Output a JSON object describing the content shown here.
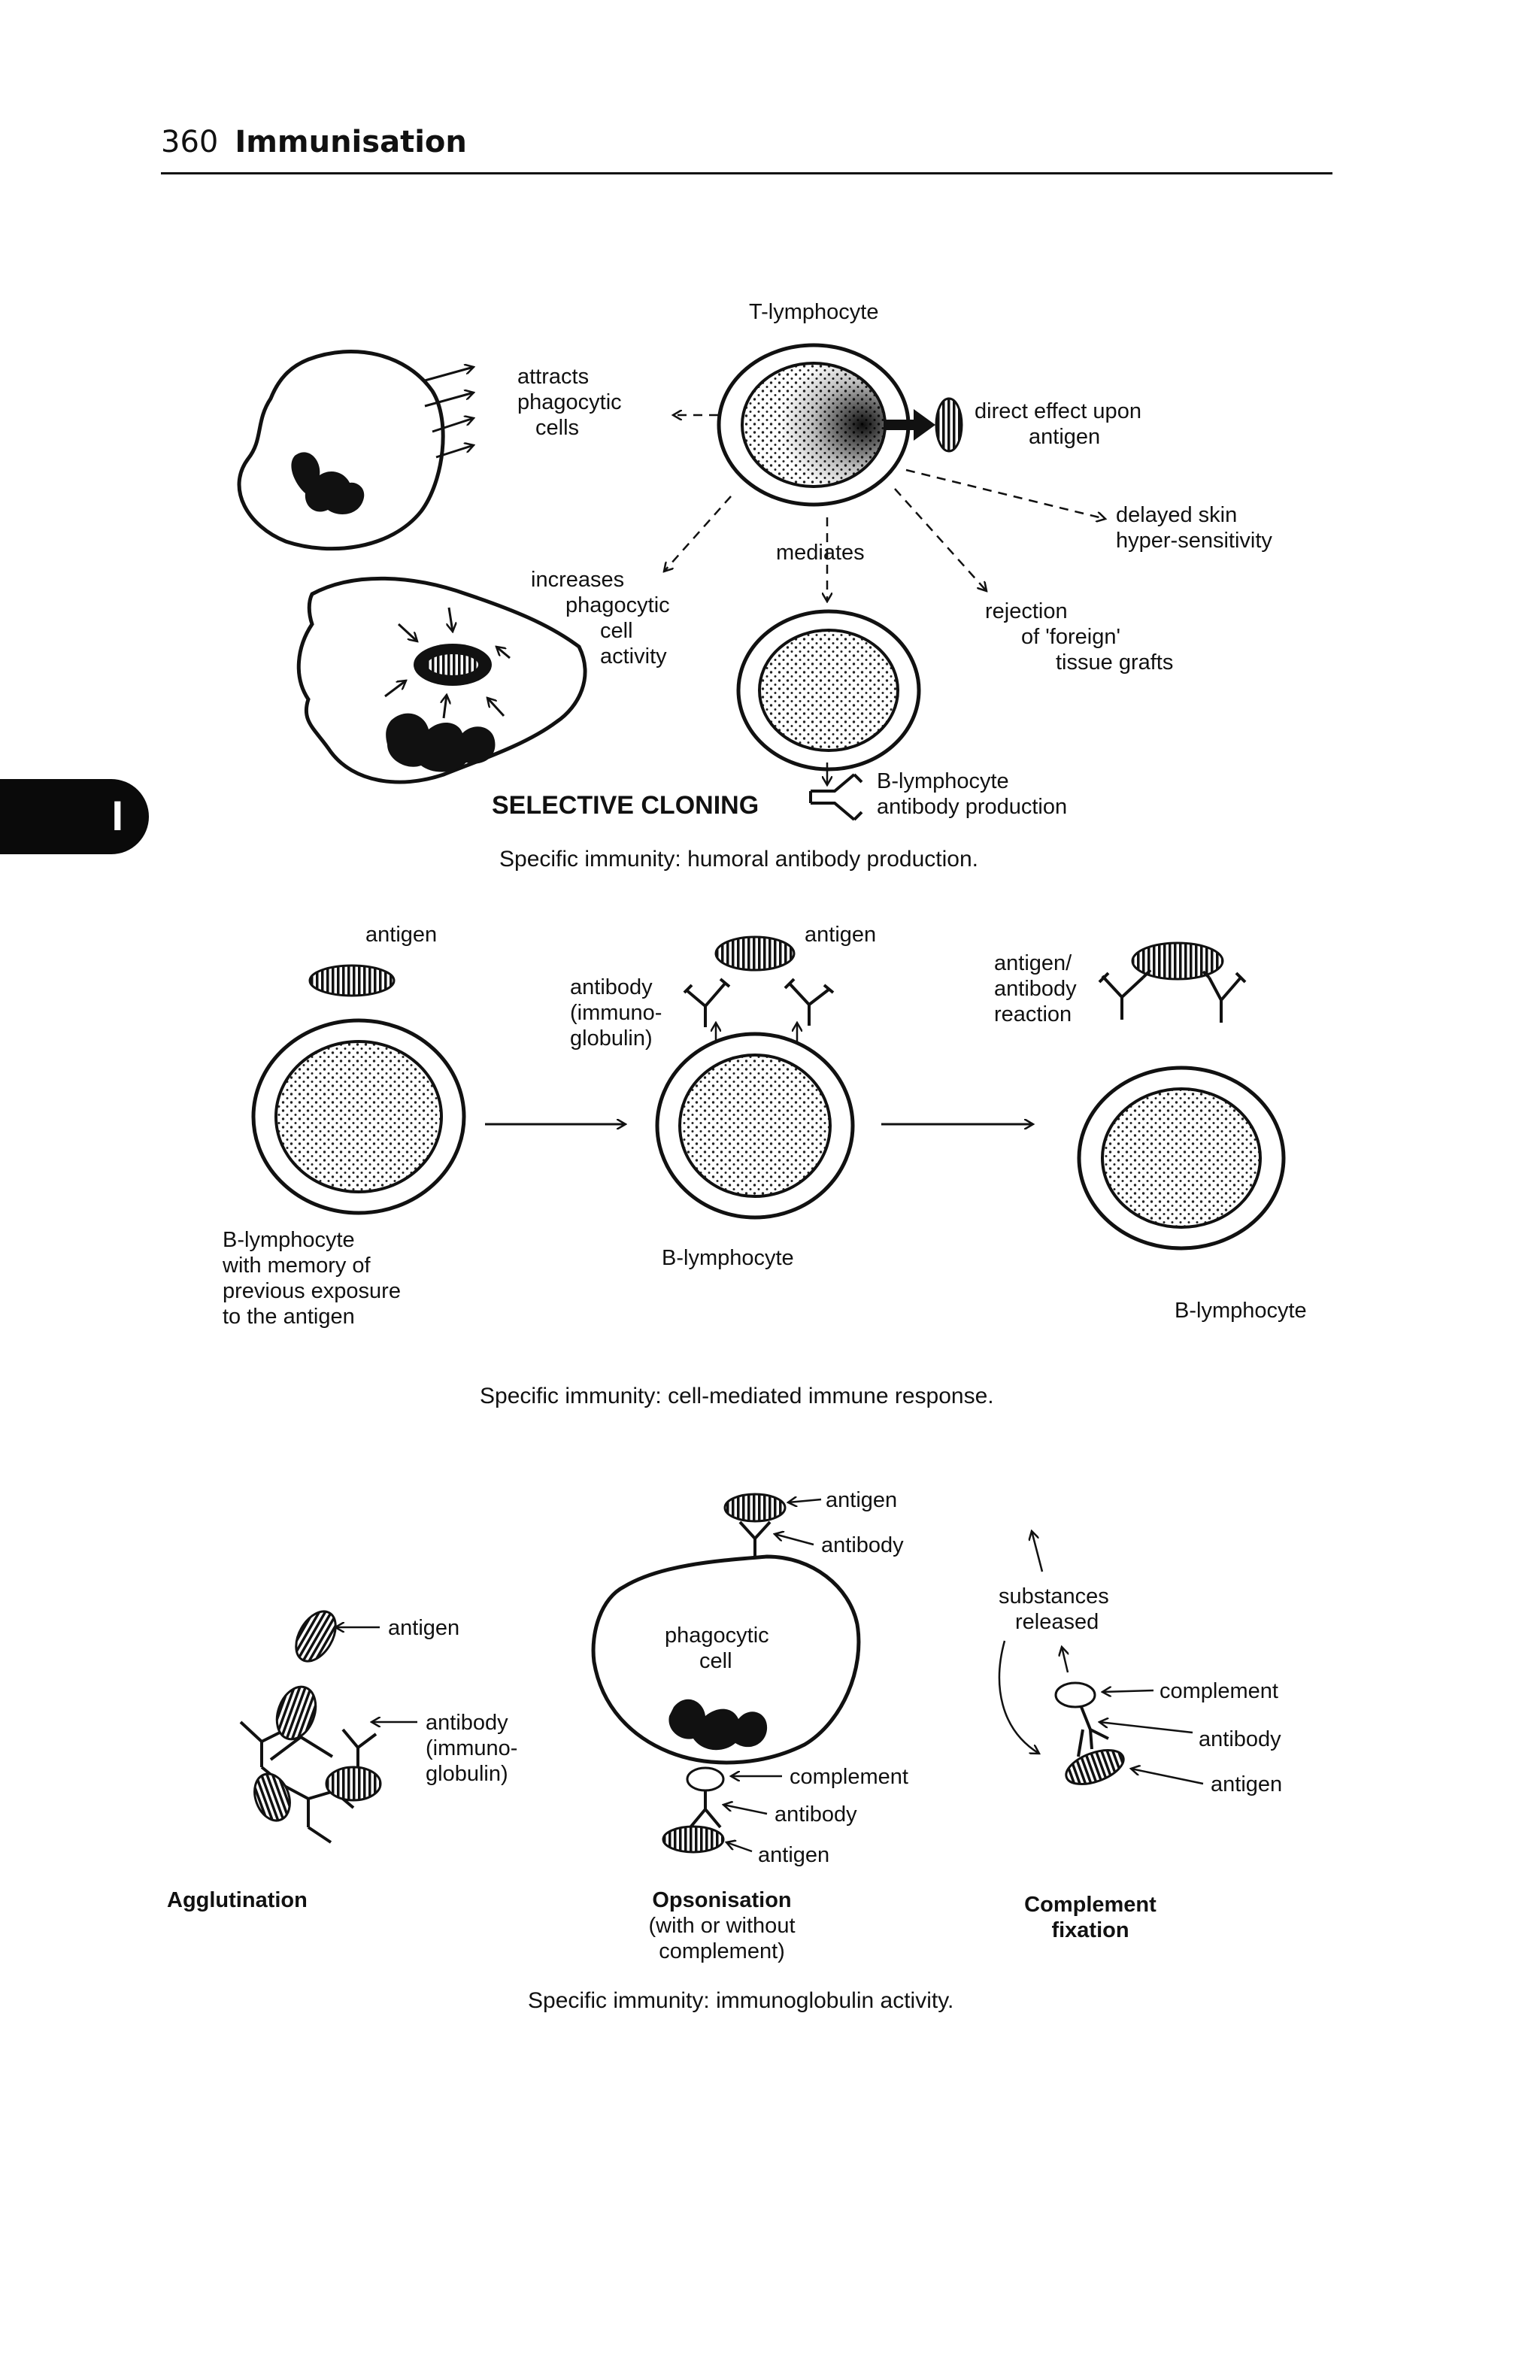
{
  "header": {
    "page_number": "360",
    "title": "Immunisation"
  },
  "side_tab": {
    "label": "I"
  },
  "figure1": {
    "t_lymphocyte": "T-lymphocyte",
    "attracts": [
      "attracts",
      "phagocytic",
      "cells"
    ],
    "direct_effect": [
      "direct effect upon",
      "antigen"
    ],
    "delayed_skin": [
      "delayed skin",
      "hyper-sensitivity"
    ],
    "increases": [
      "increases",
      "phagocytic",
      "cell",
      "activity"
    ],
    "mediates": "mediates",
    "rejection": [
      "rejection",
      "of 'foreign'",
      "tissue grafts"
    ],
    "selective_cloning": "SELECTIVE CLONING",
    "b_lymphocyte_production": [
      "B-lymphocyte",
      "antibody production"
    ],
    "caption": "Specific immunity: humoral antibody production."
  },
  "figure2": {
    "antigen_left": "antigen",
    "antibody_label": [
      "antibody",
      "(immuno-",
      "globulin)"
    ],
    "antigen_mid": "antigen",
    "reaction_label": [
      "antigen/",
      "antibody",
      "reaction"
    ],
    "b_memory": [
      "B-lymphocyte",
      "with memory of",
      "previous exposure",
      "to the antigen"
    ],
    "b_mid": "B-lymphocyte",
    "b_right": "B-lymphocyte",
    "caption": "Specific immunity: cell-mediated immune response."
  },
  "figure3": {
    "aggl_antigen": "antigen",
    "aggl_antibody": [
      "antibody",
      "(immuno-",
      "globulin)"
    ],
    "aggl_title": "Agglutination",
    "ops_antigen_top": "antigen",
    "ops_antibody_top": "antibody",
    "ops_cell": [
      "phagocytic",
      "cell"
    ],
    "ops_complement": "complement",
    "ops_antibody_bottom": "antibody",
    "ops_antigen_bottom": "antigen",
    "ops_title": "Opsonisation",
    "ops_sub": [
      "(with or without",
      "complement)"
    ],
    "cf_substances": [
      "substances",
      "released"
    ],
    "cf_complement": "complement",
    "cf_antibody": "antibody",
    "cf_antigen": "antigen",
    "cf_title": [
      "Complement",
      "fixation"
    ],
    "caption": "Specific immunity: immunoglobulin activity."
  }
}
